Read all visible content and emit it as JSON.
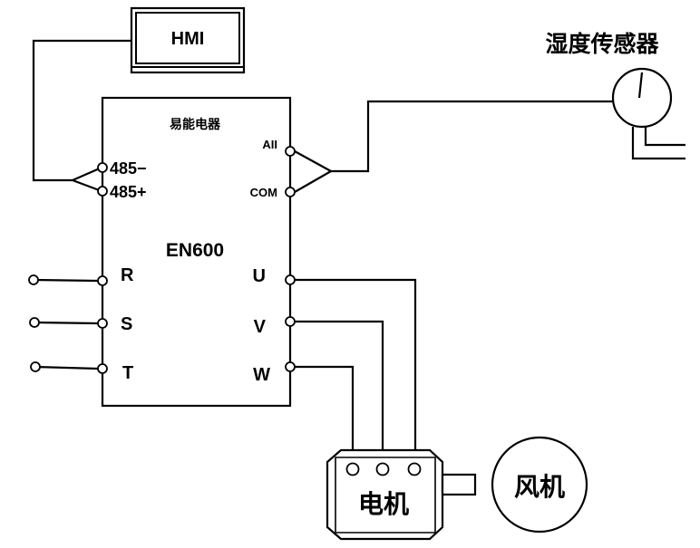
{
  "hmi": {
    "label": "HMI"
  },
  "sensor": {
    "label": "湿度传感器"
  },
  "inverter": {
    "brand": "易能电器",
    "model": "EN600",
    "ports_left": {
      "rs485_neg": "485−",
      "rs485_pos": "485+"
    },
    "ports_right": {
      "ai": "AII",
      "com": "COM"
    },
    "input_phases": [
      "R",
      "S",
      "T"
    ],
    "output_phases": [
      "U",
      "V",
      "W"
    ]
  },
  "motor": {
    "label": "电机"
  },
  "fan": {
    "label": "风机"
  }
}
